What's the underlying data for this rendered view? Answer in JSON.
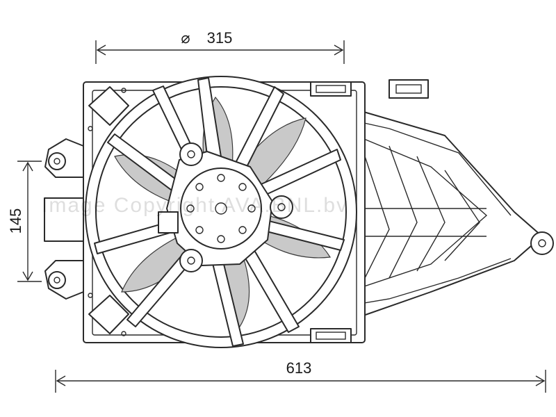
{
  "dimensions": {
    "diameter_symbol": "⌀",
    "fan_diameter": "315",
    "height": "145",
    "overall_length": "613"
  },
  "watermark": "Image Copyright AVA.BNL.bv",
  "colors": {
    "line": "#2a2a2a",
    "blade_fill": "#c9c9c9",
    "background": "#ffffff"
  }
}
